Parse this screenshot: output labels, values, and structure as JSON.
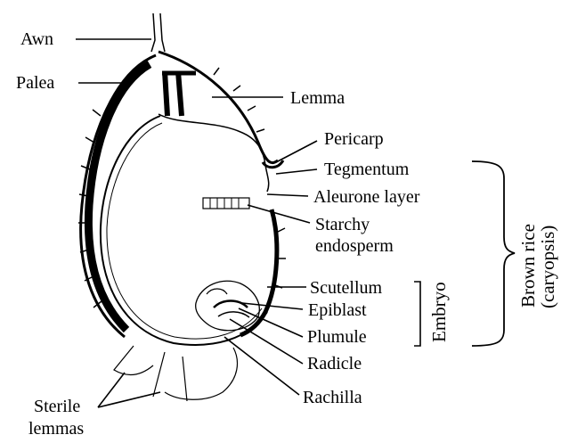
{
  "labels": {
    "awn": "Awn",
    "palea": "Palea",
    "lemma": "Lemma",
    "pericarp": "Pericarp",
    "tegmentum": "Tegmentum",
    "aleurone": "Aleurone layer",
    "starchy_1": "Starchy",
    "starchy_2": "endosperm",
    "scutellum": "Scutellum",
    "epiblast": "Epiblast",
    "plumule": "Plumule",
    "radicle": "Radicle",
    "rachilla": "Rachilla",
    "sterile_1": "Sterile",
    "sterile_2": "lemmas"
  },
  "groups": {
    "embryo": "Embryo",
    "brown_rice_1": "Brown rice",
    "brown_rice_2": "(caryopsis)"
  }
}
